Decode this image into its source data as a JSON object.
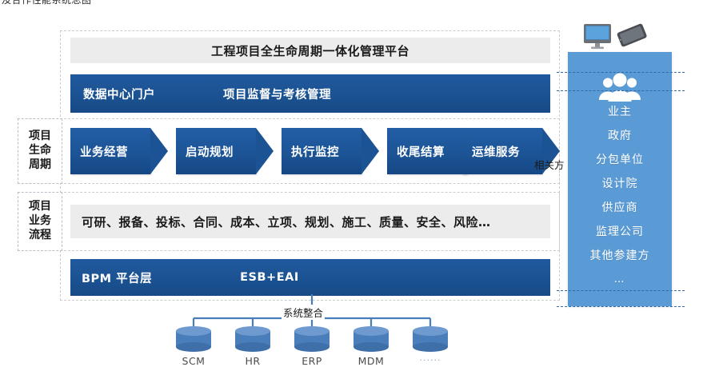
{
  "caption": "及合作性能系统总图",
  "platform": {
    "title": "工程项目全生命周期一体化管理平台",
    "portal": {
      "left_label": "数据中心门户",
      "right_label": "项目监督与考核管理"
    },
    "lifecycle": {
      "side_label": "项目生命周期",
      "stages": [
        {
          "label": "业务经营"
        },
        {
          "label": "启动规划"
        },
        {
          "label": "执行监控"
        },
        {
          "label": "收尾结算"
        },
        {
          "label": "运维服务"
        }
      ],
      "related_parties_label": "相关方"
    },
    "business_process": {
      "side_label": "项目业务流程",
      "items_text": "可研、报备、投标、合同、成本、立项、规划、施工、质量、安全、风险…"
    },
    "platform_layer": {
      "left_label": "BPM  平台层",
      "right_label": "ESB+EAI"
    }
  },
  "stakeholders": {
    "icon": "people-group-icon",
    "devices": [
      "monitor-icon",
      "smartphone-icon"
    ],
    "items": [
      "业主",
      "政府",
      "分包单位",
      "设计院",
      "供应商",
      "监理公司",
      "其他参建方",
      "…"
    ]
  },
  "system_integration": {
    "label": "系统整合",
    "systems": [
      "SCM",
      "HR",
      "ERP",
      "MDM",
      "······"
    ]
  },
  "colors": {
    "dark_blue": "#1b5292",
    "chevron_blue": "#1b5394",
    "panel_blue": "#5b9bd5",
    "band_gray": "#ececec",
    "dash_gray": "#c9ccd1",
    "db_blue": "#4a7ebb"
  }
}
